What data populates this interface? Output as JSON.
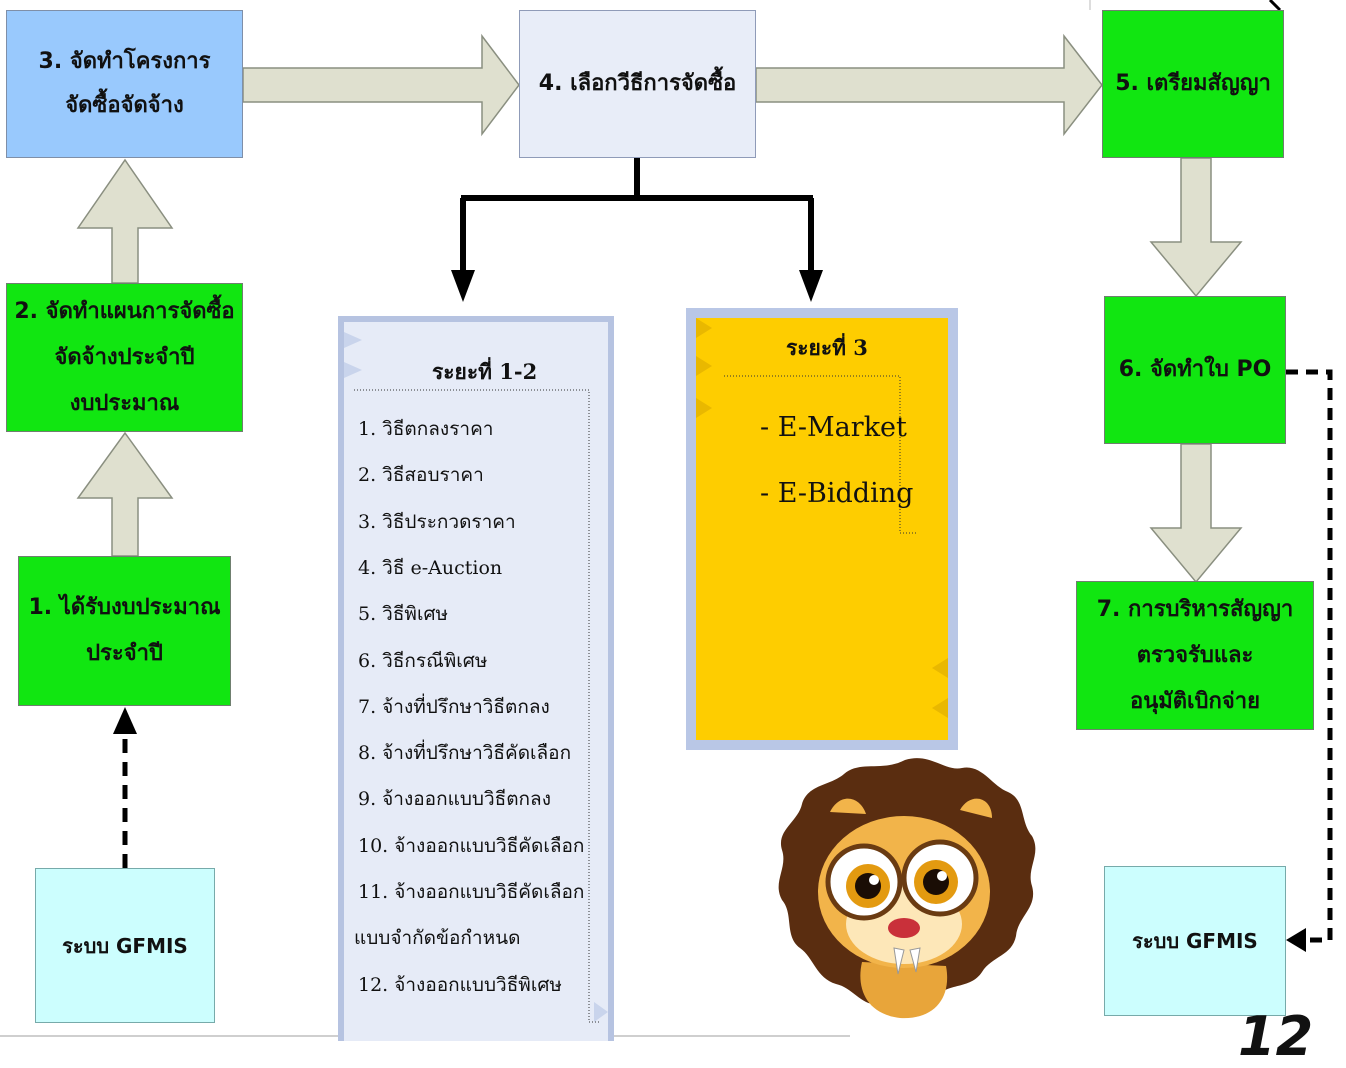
{
  "boxes": {
    "step1": [
      "1. ได้รับงบประมาณ",
      "ประจำปี"
    ],
    "step2": [
      "2. จัดทำแผนการจัดซื้อ",
      "จัดจ้างประจำปี",
      "งบประมาณ"
    ],
    "step3": [
      "3. จัดทำโครงการ",
      "จัดซื้อจัดจ้าง"
    ],
    "step4": "4. เลือกวีธีการจัดซื้อ",
    "step5": "5. เตรียมสัญญา",
    "step6": "6. จัดทำใบ PO",
    "step7": [
      "7. การบริหารสัญญา",
      "ตรวจรับและ",
      "อนุมัติเบิกจ่าย"
    ],
    "gfmis_left": "ระบบ GFMIS",
    "gfmis_right": "ระบบ GFMIS"
  },
  "phase12": {
    "title": "ระยะที่ 1-2",
    "items": [
      "1. วิธีตกลงราคา",
      "2. วิธีสอบราคา",
      "3. วิธีประกวดราคา",
      "4. วิธี e-Auction",
      "5. วิธีพิเศษ",
      "6. วิธีกรณีพิเศษ",
      "7. จ้างที่ปรึกษาวิธีตกลง",
      "8. จ้างที่ปรึกษาวิธีคัดเลือก",
      "9. จ้างออกแบบวิธีตกลง",
      "10. จ้างออกแบบวิธีคัดเลือก",
      "11. จ้างออกแบบวิธีคัดเลือก",
      "แบบจำกัดข้อกำหนด",
      "12. จ้างออกแบบวิธีพิเศษ"
    ]
  },
  "phase3": {
    "title": "ระยะที่ 3",
    "items": [
      "- E-Market",
      "- E-Bidding"
    ]
  },
  "page_number": "12",
  "colors": {
    "green": "#11e611",
    "blue": "#99c9fd",
    "pale": "#e8edf8",
    "cyan": "#ccfefe",
    "yellow": "#fecd00",
    "arrow_fill": "#dfe0cf"
  },
  "decorations": {
    "mascot": "lion-cartoon-icon"
  }
}
